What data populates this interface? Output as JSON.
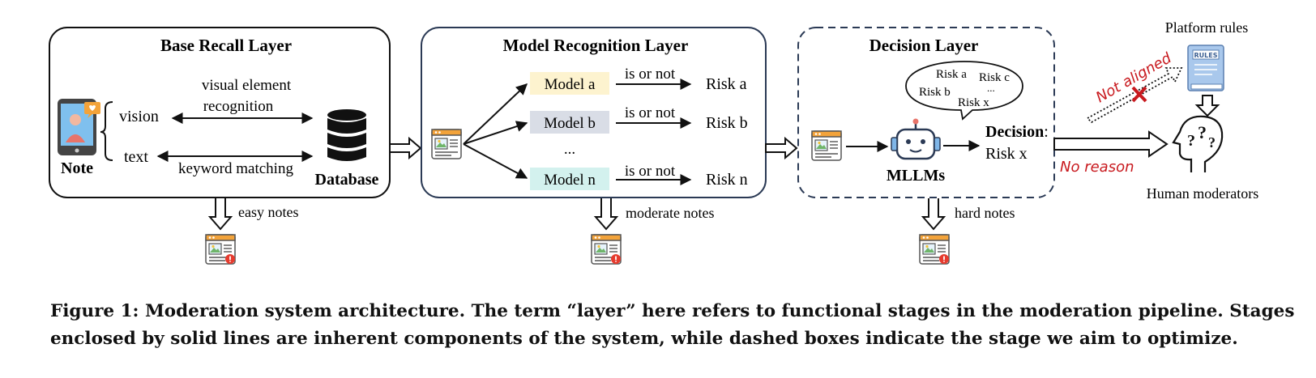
{
  "base_layer": {
    "title": "Base Recall Layer",
    "note_label": "Note",
    "vision_label": "vision",
    "text_label": "text",
    "visual_line1": "visual element",
    "visual_line2": "recognition",
    "keyword_label": "keyword matching",
    "database_label": "Database",
    "output_label": "easy notes"
  },
  "model_layer": {
    "title": "Model Recognition Layer",
    "models": [
      {
        "label": "Model a",
        "edge": "is or not",
        "risk": "Risk a",
        "color": "#fdf3cf"
      },
      {
        "label": "Model b",
        "edge": "is or not",
        "risk": "Risk b",
        "color": "#d9dde6"
      },
      {
        "label": "Model n",
        "edge": "is or not",
        "risk": "Risk n",
        "color": "#d3f1ee"
      }
    ],
    "ellipsis": "...",
    "output_label": "moderate notes"
  },
  "decision_layer": {
    "title": "Decision Layer",
    "bubble": {
      "risk_a": "Risk a",
      "risk_b": "Risk b",
      "risk_c": "Risk c",
      "risk_x": "Risk x",
      "dots": "..."
    },
    "mllm_label": "MLLMs",
    "decision_label": "Decision",
    "decision_colon": ":",
    "decision_value": "Risk x",
    "output_label": "hard notes"
  },
  "right_side": {
    "platform_rules": "Platform rules",
    "rules_book_text": "RULES",
    "not_aligned": "Not aligned",
    "no_reason": "No reason",
    "human_moderators": "Human moderators"
  },
  "caption": "Figure 1: Moderation system architecture. The term “layer” here refers to functional stages in the moderation pipeline. Stages enclosed by solid lines are inherent components of the system, while dashed boxes indicate the stage we aim to optimize.",
  "colors": {
    "dashed_box": "#2b3a55",
    "red_annotation": "#c8191e",
    "note_icon_orange": "#f3a33a",
    "phone_blue": "#7fc0ee",
    "rules_book_blue": "#a9c8ec"
  }
}
